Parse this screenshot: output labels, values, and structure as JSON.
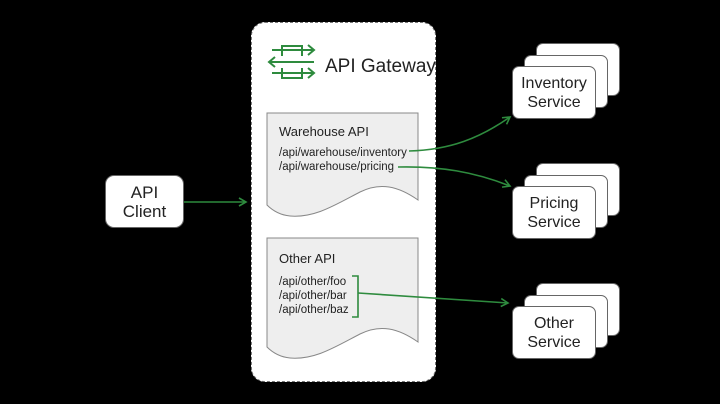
{
  "client": {
    "line1": "API",
    "line2": "Client"
  },
  "gateway": {
    "title": "API Gateway",
    "icon": "gateway-arrows-icon",
    "groups": [
      {
        "label": "Warehouse API",
        "routes": [
          "/api/warehouse/inventory",
          "/api/warehouse/pricing"
        ]
      },
      {
        "label": "Other API",
        "routes": [
          "/api/other/foo",
          "/api/other/bar",
          "/api/other/baz"
        ]
      }
    ]
  },
  "services": [
    {
      "line1": "Inventory",
      "line2": "Service"
    },
    {
      "line1": "Pricing",
      "line2": "Service"
    },
    {
      "line1": "Other",
      "line2": "Service"
    }
  ],
  "colors": {
    "accent": "#2e8b3e",
    "background": "#000000",
    "card": "#ffffff",
    "doc": "#eeeeee"
  }
}
